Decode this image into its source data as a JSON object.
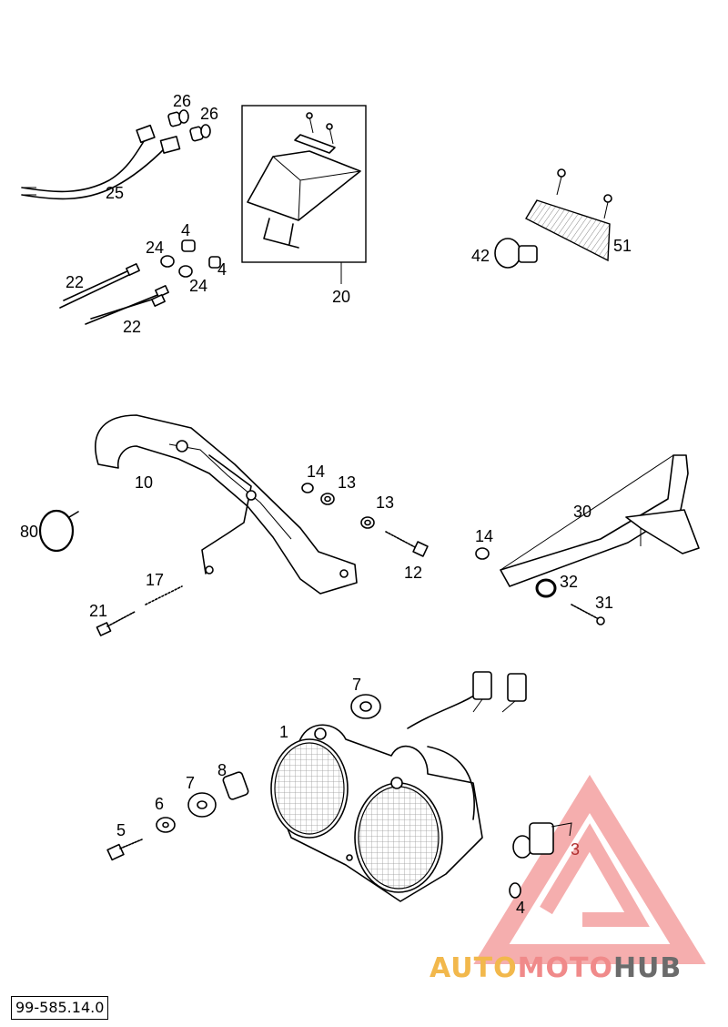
{
  "document_ref": "99-585.14.0",
  "watermark": {
    "part1": "AUTO",
    "part2": "MOTO",
    "part3": "HUB",
    "color_auto": "#f2b84c",
    "color_moto": "#f08a8a",
    "color_hub": "#6b6b6b",
    "triangle_color": "#f4a0a0"
  },
  "callouts": {
    "c26a": "26",
    "c26b": "26",
    "c25": "25",
    "c4a": "4",
    "c24a": "24",
    "c4b": "4",
    "c24b": "24",
    "c22a": "22",
    "c22b": "22",
    "c20": "20",
    "c42": "42",
    "c51": "51",
    "c10": "10",
    "c14a": "14",
    "c13a": "13",
    "c13b": "13",
    "c12": "12",
    "c80": "80",
    "c17": "17",
    "c21": "21",
    "c30": "30",
    "c14b": "14",
    "c32": "32",
    "c31": "31",
    "c7a": "7",
    "c1": "1",
    "c8": "8",
    "c7b": "7",
    "c6": "6",
    "c5": "5",
    "c3": "3",
    "c4c": "4"
  }
}
